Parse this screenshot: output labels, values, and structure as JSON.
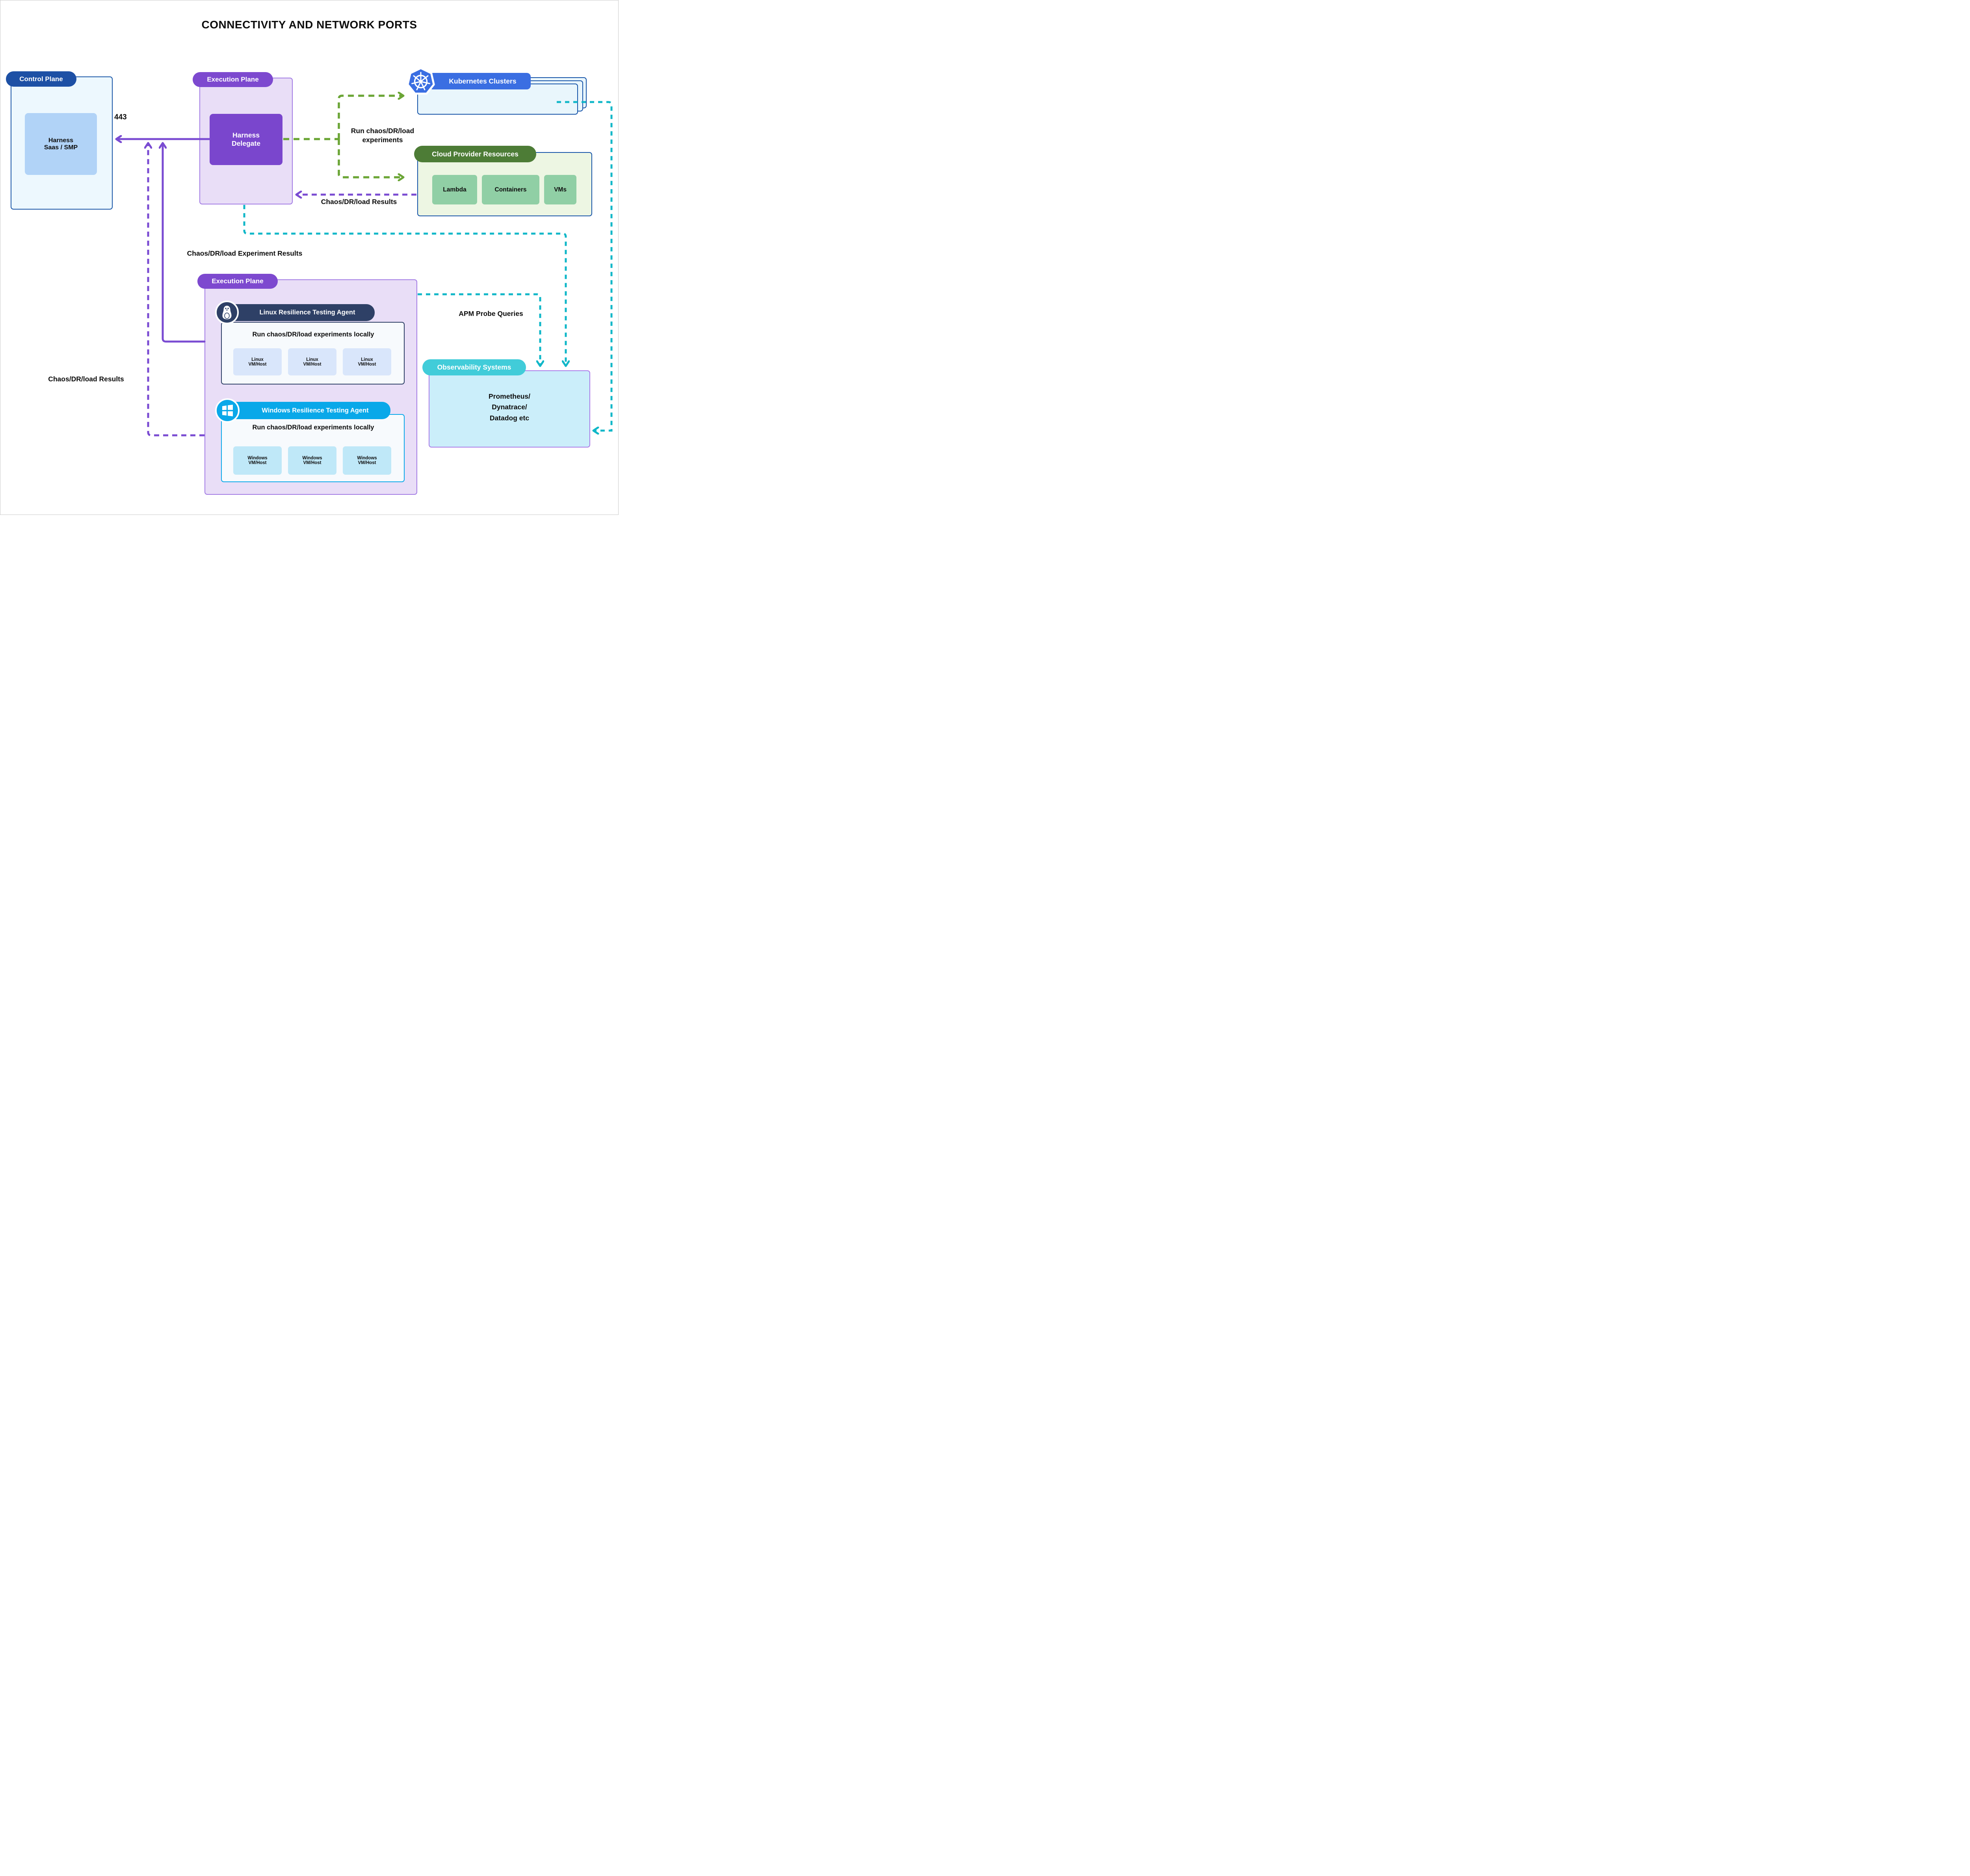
{
  "title": "CONNECTIVITY AND NETWORK PORTS",
  "labels": {
    "port": "443",
    "run_experiments": "Run chaos/DR/load\nexperiments",
    "chaos_results_right": "Chaos/DR/load Results",
    "experiment_results": "Chaos/DR/load Experiment Results",
    "chaos_results_left": "Chaos/DR/load Results",
    "apm_probe_queries": "APM Probe Queries"
  },
  "control_plane": {
    "label": "Control Plane",
    "harness": "Harness\nSaas / SMP"
  },
  "execution_plane_top": {
    "label": "Execution Plane",
    "delegate": "Harness\nDelegate"
  },
  "kubernetes": {
    "label": "Kubernetes Clusters",
    "icon": "kubernetes-wheel-icon"
  },
  "cloud_provider": {
    "label": "Cloud Provider Resources",
    "resources": [
      "Lambda",
      "Containers",
      "VMs"
    ]
  },
  "execution_plane_bottom": {
    "label": "Execution Plane",
    "linux_agent": {
      "label": "Linux Resilience Testing Agent",
      "icon": "linux-tux-icon",
      "card_title": "Run chaos/DR/load experiments locally",
      "hosts": [
        "Linux\nVM/Host",
        "Linux\nVM/Host",
        "Linux\nVM/Host"
      ]
    },
    "windows_agent": {
      "label": "Windows Resilience Testing Agent",
      "icon": "windows-logo-icon",
      "card_title": "Run chaos/DR/load experiments locally",
      "hosts": [
        "Windows\nVM/Host",
        "Windows\nVM/Host",
        "Windows\nVM/Host"
      ]
    }
  },
  "observability": {
    "label": "Observability Systems",
    "systems": "Prometheus/\nDynatrace/\nDatadog etc"
  },
  "colors": {
    "purple_arrow": "#7a4bd2",
    "green_arrow": "#6ba536",
    "teal_arrow": "#10b7c8",
    "control_blue": "#1d50a5",
    "k8s_blue": "#3a6ee2",
    "cloud_green": "#4d7c36",
    "observability_teal": "#41ccd9",
    "linux_navy": "#2e4066",
    "windows_blue": "#09a8e9"
  }
}
